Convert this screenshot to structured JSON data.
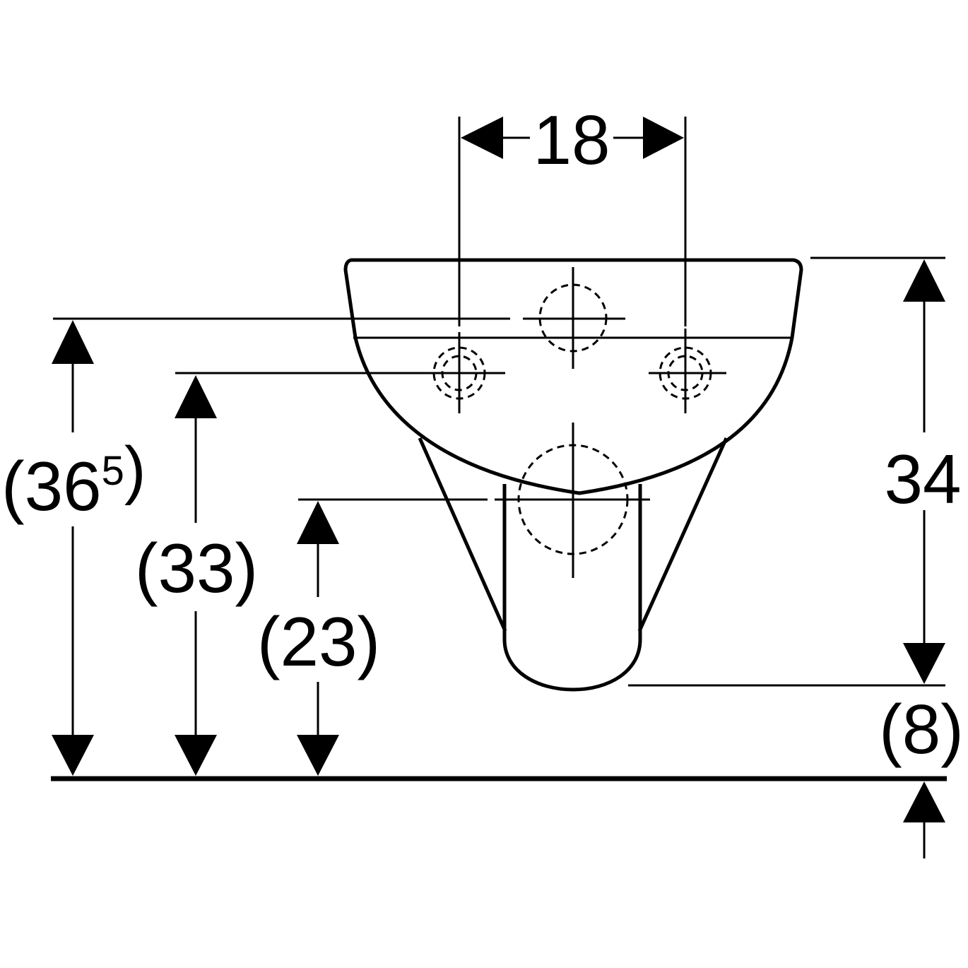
{
  "dimensions": {
    "top_width": "18",
    "overall_height_main": "(36",
    "overall_height_sup": "5",
    "overall_height_close": ")",
    "upper_fixing_height": "(33)",
    "outlet_height": "(23)",
    "body_height": "34",
    "bottom_clearance": "(8)"
  }
}
